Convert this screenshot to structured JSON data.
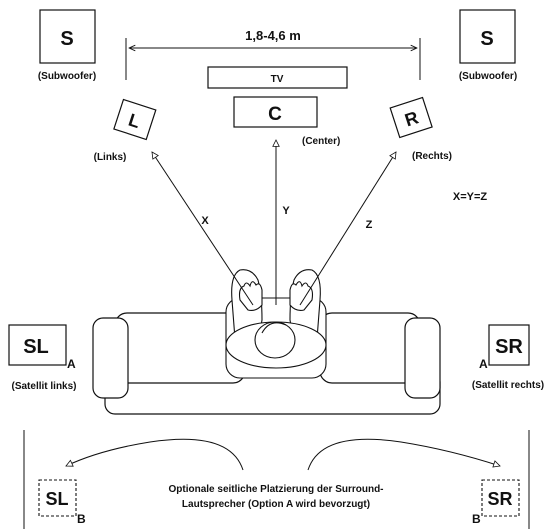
{
  "distance_label": "1,8-4,6 m",
  "tv_label": "TV",
  "equation": "X=Y=Z",
  "colors": {
    "line": "#111111",
    "background": "#ffffff"
  },
  "speakers": {
    "sub_left": {
      "letter": "S",
      "caption": "(Subwoofer)"
    },
    "sub_right": {
      "letter": "S",
      "caption": "(Subwoofer)"
    },
    "left": {
      "letter": "L",
      "caption": "(Links)"
    },
    "center": {
      "letter": "C",
      "caption": "(Center)"
    },
    "right": {
      "letter": "R",
      "caption": "(Rechts)"
    },
    "sl_a": {
      "letter": "SL",
      "caption": "(Satellit links)",
      "tag": "A"
    },
    "sr_a": {
      "letter": "SR",
      "caption": "(Satellit rechts)",
      "tag": "A"
    },
    "sl_b": {
      "letter": "SL",
      "tag": "B"
    },
    "sr_b": {
      "letter": "SR",
      "tag": "B"
    }
  },
  "distances": {
    "x": "X",
    "y": "Y",
    "z": "Z"
  },
  "note": {
    "line1": "Optionale seitliche Platzierung der Surround-",
    "line2": "Lautsprecher (Option A wird bevorzugt)"
  }
}
